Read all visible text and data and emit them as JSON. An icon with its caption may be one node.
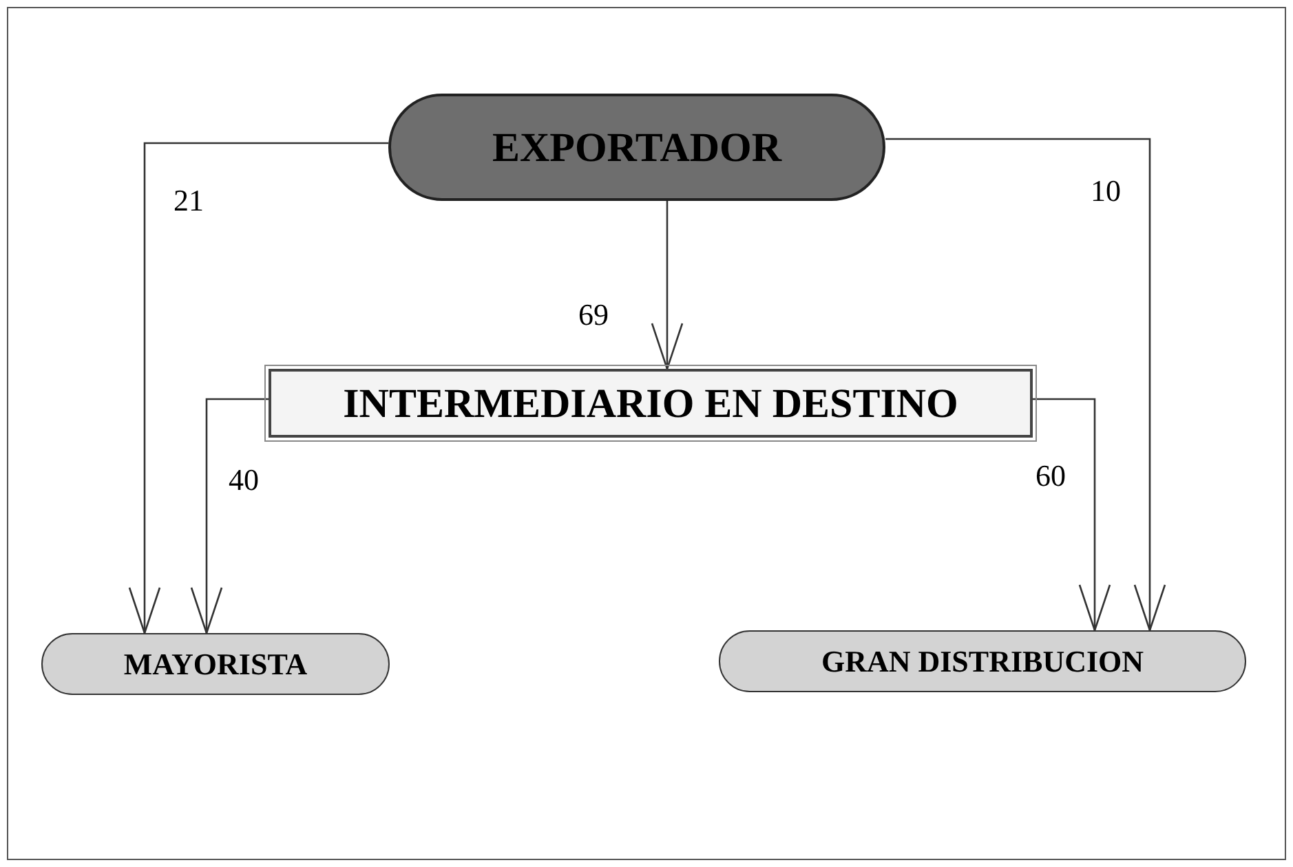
{
  "diagram": {
    "nodes": [
      {
        "text": [
          "EXPORTADOR"
        ]
      },
      {
        "text": [
          "INTERMEDIARIO EN DESTINO"
        ]
      },
      {
        "text": [
          "MAYORISTA"
        ]
      },
      {
        "text": [
          "GRAN DISTRIBUCION"
        ]
      }
    ],
    "edges": [
      {
        "from": 0,
        "to": 2,
        "arrow": "to",
        "label": "21"
      },
      {
        "from": 0,
        "to": 3,
        "arrow": "to",
        "label": "10"
      },
      {
        "from": 0,
        "to": 1,
        "arrow": "to",
        "label": "69"
      },
      {
        "from": 1,
        "to": 2,
        "arrow": "to",
        "label": "40"
      },
      {
        "from": 1,
        "to": 3,
        "arrow": "to",
        "label": "60"
      }
    ]
  }
}
